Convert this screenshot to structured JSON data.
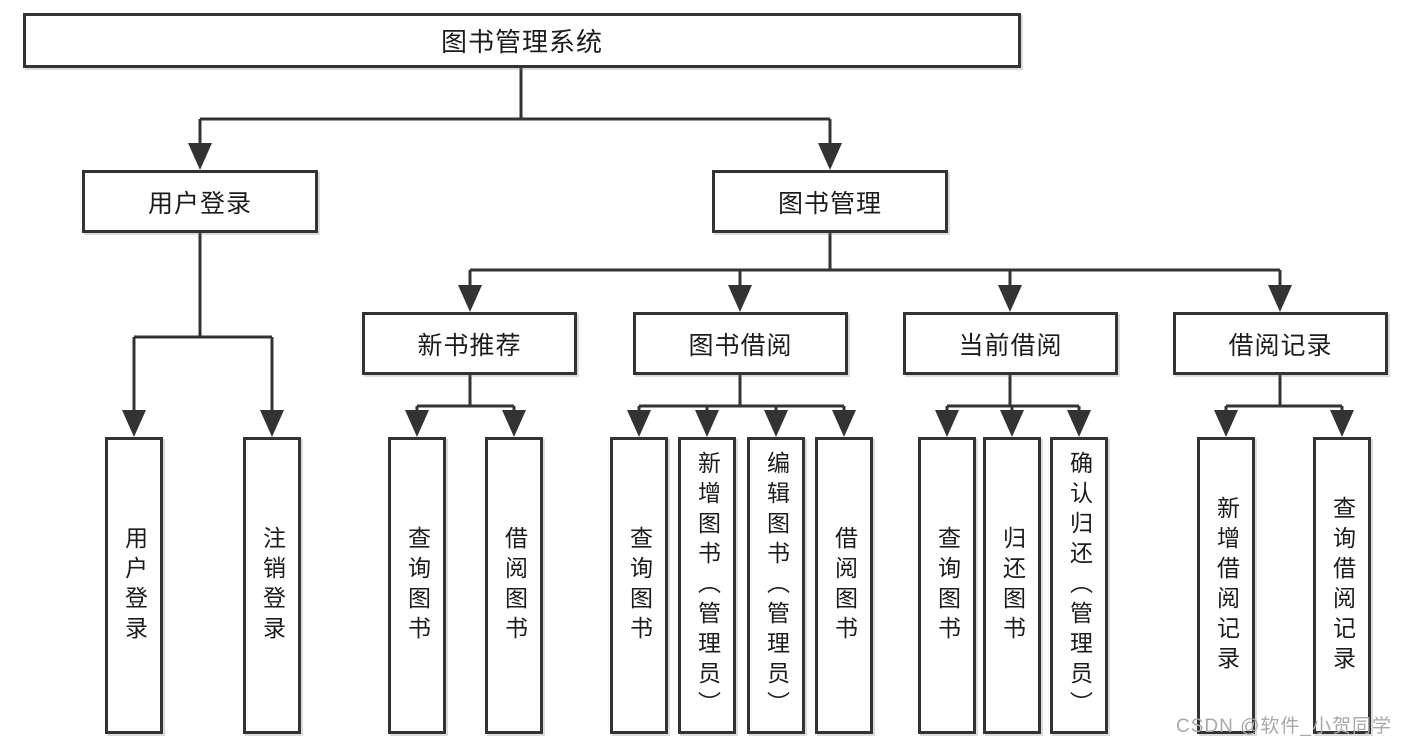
{
  "watermark": "CSDN @软件_小贺同学",
  "diagram": {
    "root": "图书管理系统",
    "branches": [
      {
        "label": "用户登录",
        "leaves": [
          "用户登录",
          "注销登录"
        ]
      },
      {
        "label": "图书管理",
        "sections": [
          {
            "label": "新书推荐",
            "leaves": [
              "查询图书",
              "借阅图书"
            ]
          },
          {
            "label": "图书借阅",
            "leaves": [
              "查询图书",
              "新增图书（管理员）",
              "编辑图书（管理员）",
              "借阅图书"
            ]
          },
          {
            "label": "当前借阅",
            "leaves": [
              "查询图书",
              "归还图书",
              "确认归还（管理员）"
            ]
          },
          {
            "label": "借阅记录",
            "leaves": [
              "新增借阅记录",
              "查询借阅记录"
            ]
          }
        ]
      }
    ]
  }
}
